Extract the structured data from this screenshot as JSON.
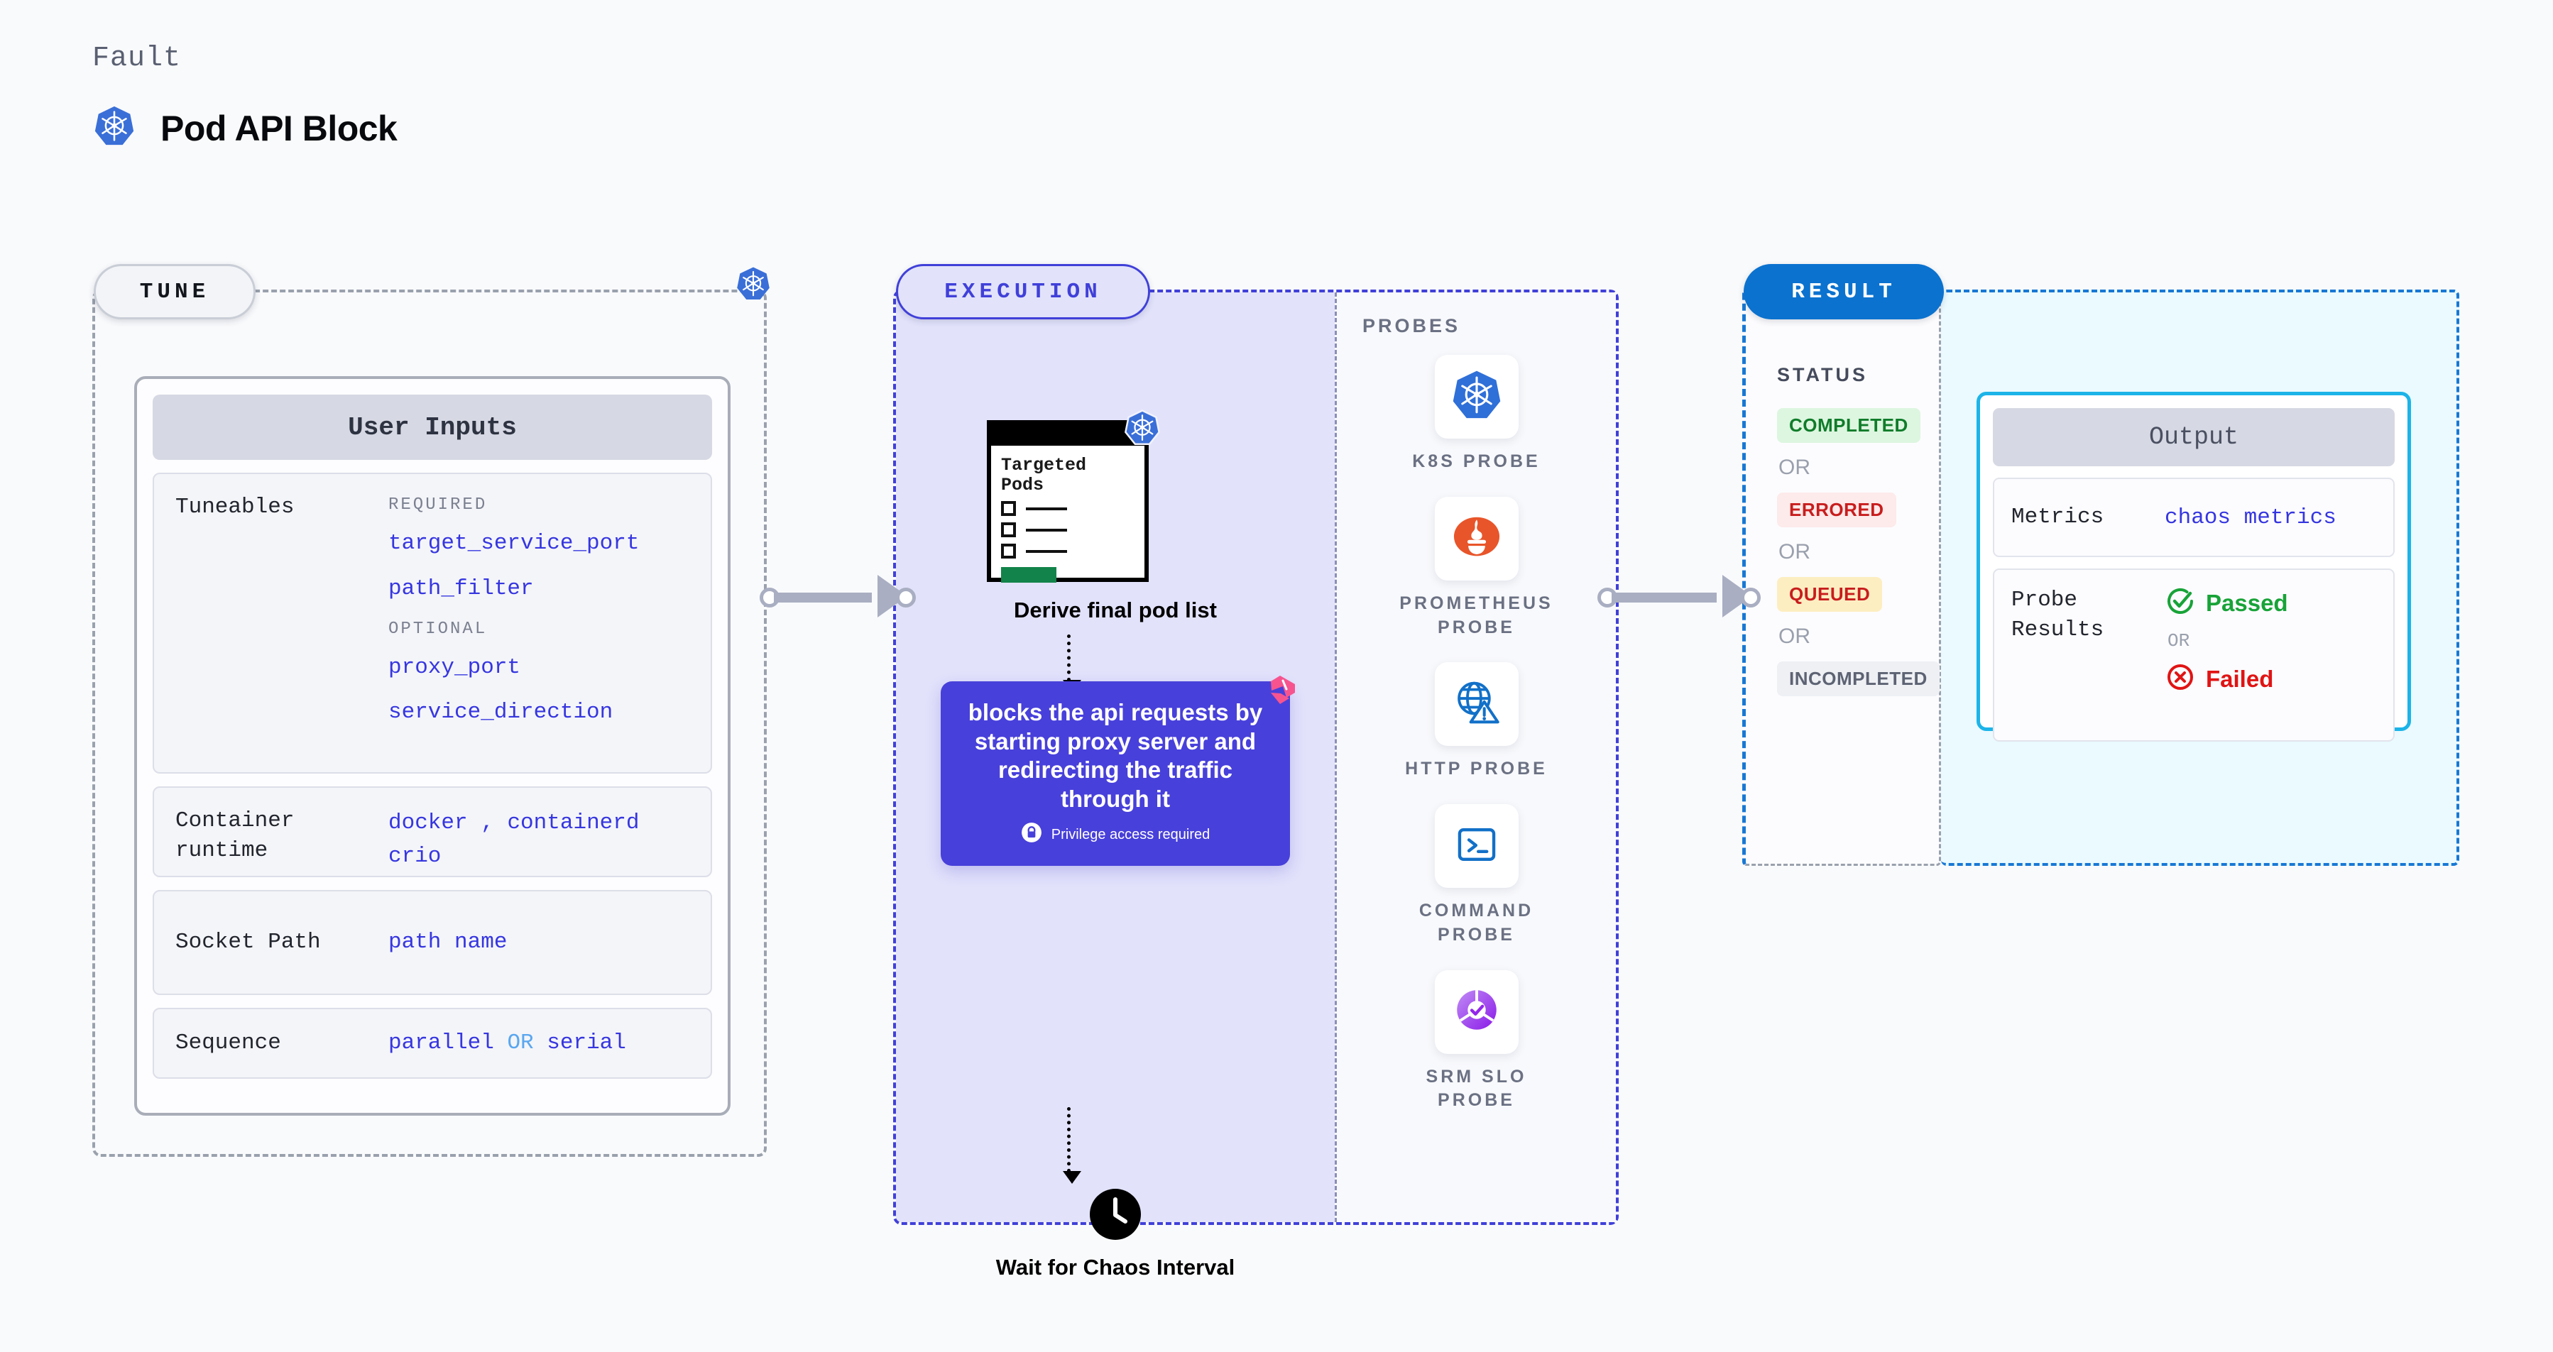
{
  "header": {
    "eyebrow": "Fault",
    "title": "Pod API Block",
    "logo_icon": "kubernetes-icon"
  },
  "tune": {
    "tag": "TUNE",
    "corner_icon": "kubernetes-icon",
    "card_title": "User Inputs",
    "rows": [
      {
        "label": "Tuneables",
        "groups": [
          {
            "heading": "REQUIRED",
            "items": [
              "target_service_port",
              "path_filter"
            ]
          },
          {
            "heading": "OPTIONAL",
            "items": [
              "proxy_port",
              "service_direction"
            ]
          }
        ]
      },
      {
        "label": "Container runtime",
        "value_line_1_a": "docker",
        "value_line_1_sep": ",",
        "value_line_1_b": "containerd",
        "value_line_2": "crio"
      },
      {
        "label": "Socket Path",
        "value": "path name"
      },
      {
        "label": "Sequence",
        "value_a": "parallel",
        "value_or": "OR",
        "value_b": "serial"
      }
    ]
  },
  "execution": {
    "tag": "EXECUTION",
    "pods_card": {
      "title": "Targeted Pods",
      "badge_icon": "kubernetes-icon",
      "checkbox_rows": 3
    },
    "derive_label": "Derive final pod list",
    "action": {
      "text": "blocks the api requests by starting proxy server and redirecting the traffic through it",
      "note": "Privilege access required",
      "note_icon": "lock-icon",
      "corner_icon": "litmus-logo-icon",
      "color": "#4840da"
    },
    "wait": {
      "icon": "clock-icon",
      "label": "Wait for Chaos Interval"
    },
    "probes_title": "PROBES",
    "probes": [
      {
        "label": "K8S PROBE",
        "icon": "kubernetes-icon"
      },
      {
        "label": "PROMETHEUS PROBE",
        "icon": "prometheus-flame-icon"
      },
      {
        "label": "HTTP PROBE",
        "icon": "globe-warning-icon"
      },
      {
        "label": "COMMAND PROBE",
        "icon": "terminal-icon"
      },
      {
        "label": "SRM SLO PROBE",
        "icon": "srm-slo-donut-icon"
      }
    ]
  },
  "result": {
    "tag": "RESULT",
    "status_heading": "STATUS",
    "or_label": "OR",
    "statuses": [
      {
        "label": "COMPLETED",
        "text_color": "#107c2a",
        "bg_color": "#ddf6e0"
      },
      {
        "label": "ERRORED",
        "text_color": "#c81d1d",
        "bg_color": "#fdeaea"
      },
      {
        "label": "QUEUED",
        "text_color": "#c81d1d",
        "bg_color": "#fdeec2"
      },
      {
        "label": "INCOMPLETED",
        "text_color": "#5d6373",
        "bg_color": "#eef0f4"
      }
    ],
    "output": {
      "title": "Output",
      "metrics_label": "Metrics",
      "metrics_value": "chaos metrics",
      "probe_label": "Probe Results",
      "passed": "Passed",
      "passed_icon": "check-circle-icon",
      "or_label": "OR",
      "failed": "Failed",
      "failed_icon": "x-circle-icon"
    }
  }
}
